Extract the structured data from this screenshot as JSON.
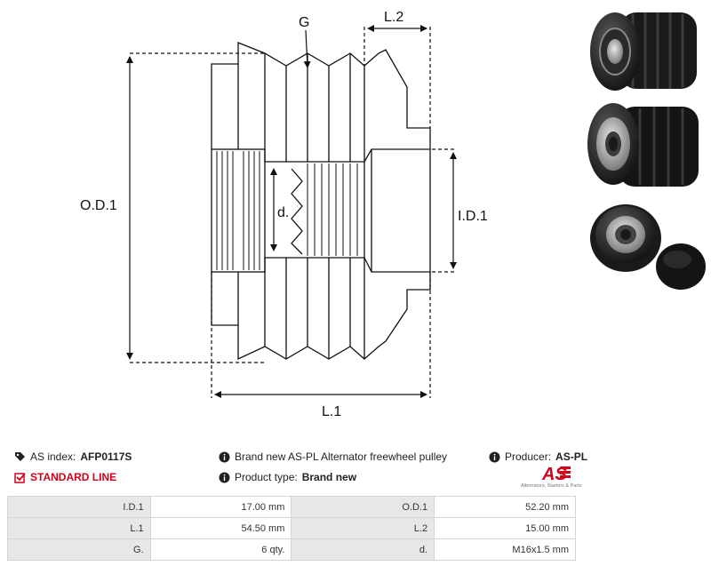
{
  "diagram": {
    "labels": {
      "g": "G",
      "l2": "L.2",
      "od1": "O.D.1",
      "d": "d.",
      "id1": "I.D.1",
      "l1": "L.1"
    }
  },
  "photos": {
    "items": [
      "pulley-front-view",
      "pulley-rear-view",
      "pulley-with-cap"
    ]
  },
  "info": {
    "as_index_label": "AS index:",
    "as_index_value": "AFP0117S",
    "standard_line": "STANDARD LINE",
    "description": "Brand new AS-PL Alternator freewheel pulley",
    "product_type_label": "Product type:",
    "product_type_value": "Brand new",
    "producer_label": "Producer:",
    "producer_value": "AS-PL"
  },
  "logo": {
    "text": "AS",
    "tagline": "Alternators, Starters & Parts"
  },
  "specs": {
    "rows": [
      {
        "k1": "I.D.1",
        "v1": "17.00 mm",
        "k2": "O.D.1",
        "v2": "52.20 mm"
      },
      {
        "k1": "L.1",
        "v1": "54.50 mm",
        "k2": "L.2",
        "v2": "15.00 mm"
      },
      {
        "k1": "G.",
        "v1": "6 qty.",
        "k2": "d.",
        "v2": "M16x1.5 mm"
      }
    ]
  },
  "colors": {
    "accent": "#d0021b",
    "key_cell": "#e7e7e7",
    "border": "#d4d4d4"
  }
}
